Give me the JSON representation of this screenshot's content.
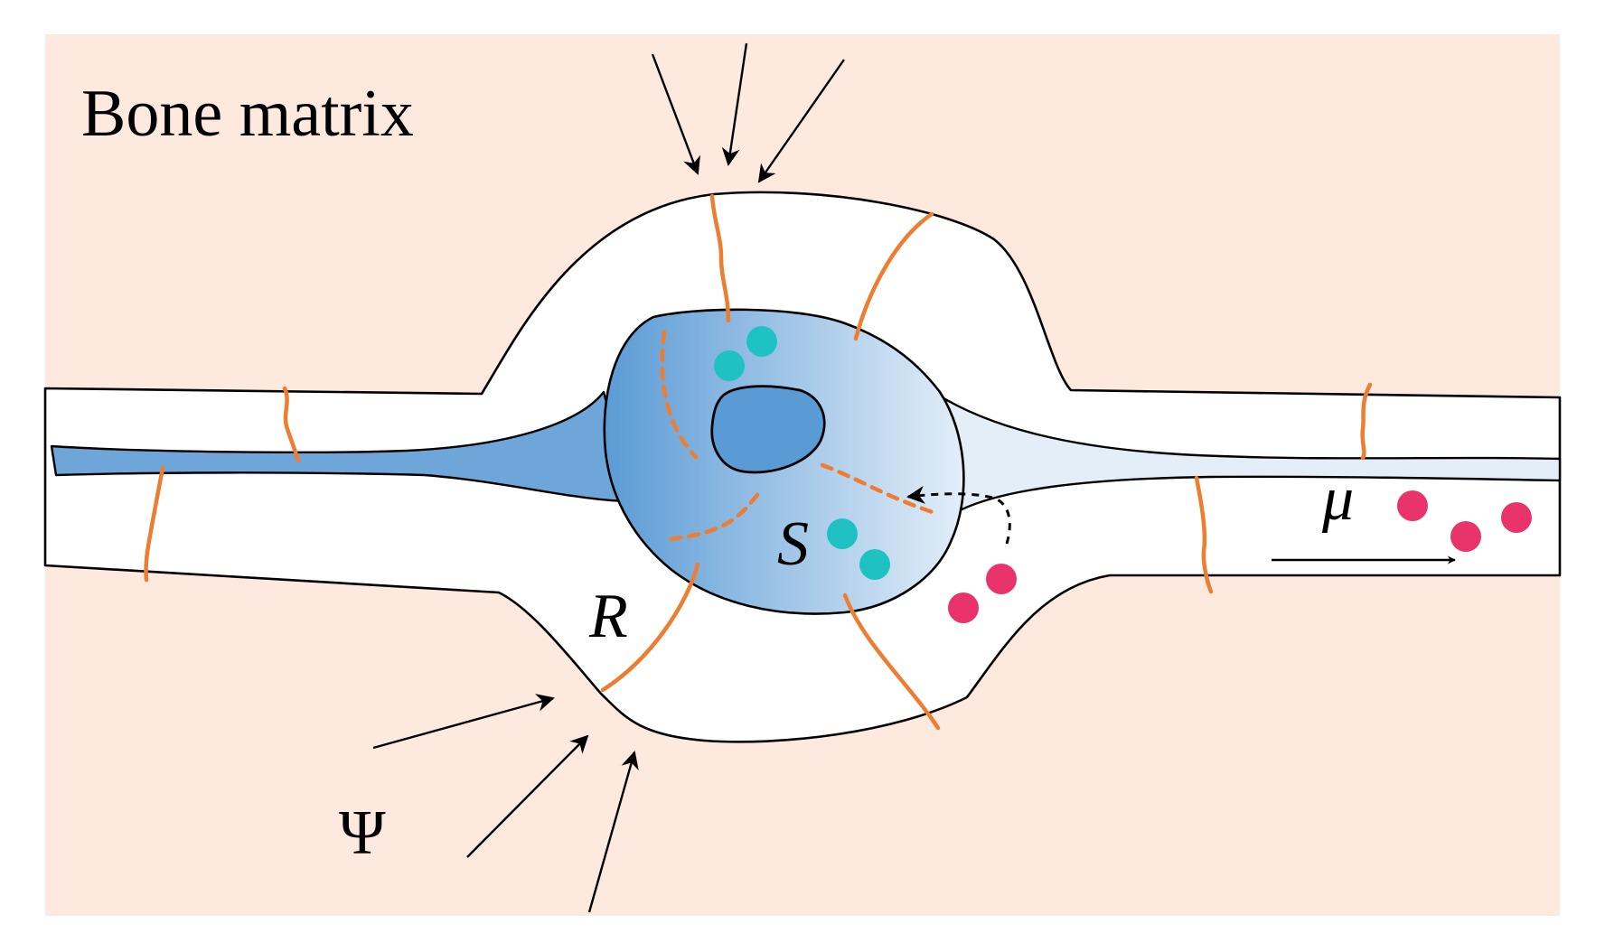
{
  "labels": {
    "title": "Bone matrix",
    "radius": "R",
    "surface": "S",
    "flow": "μ",
    "stress": "Ψ"
  },
  "colors": {
    "bone_matrix": "#FDE9DE",
    "lacuna": "#FFFFFF",
    "cell_dark": "#5B9BD5",
    "cell_light": "#E3EEF9",
    "fiber": "#ED7D31",
    "surface_particle": "#1FC2C2",
    "released_particle": "#E8336B",
    "outline": "#000000"
  },
  "particles": {
    "surface_count": 4,
    "released_count": 5
  }
}
